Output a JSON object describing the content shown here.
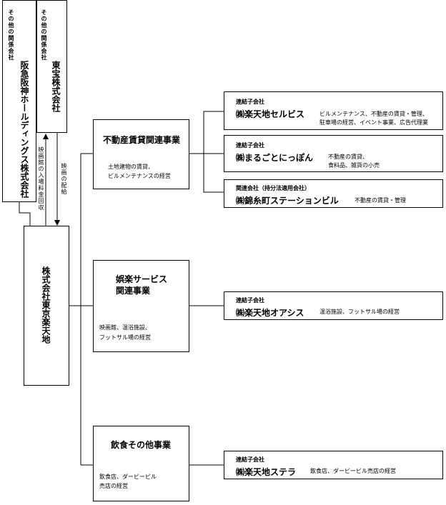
{
  "parents": [
    {
      "type": "その他の関係会社",
      "name": "阪急阪神ホールディングス株式会社"
    },
    {
      "type": "その他の関係会社",
      "name": "東宝株式会社"
    }
  ],
  "flows": {
    "up": "映画館の入場料金回収",
    "down": "映画の配給"
  },
  "center": {
    "name": "株式会社東京楽天地"
  },
  "segments": [
    {
      "title": "不動産賃貸関連事業",
      "desc_lines": [
        "土地建物の賃貸、",
        "ビルメンテナンスの経営"
      ]
    },
    {
      "title_lines": [
        "娯楽サービス",
        "関連事業"
      ],
      "desc_lines": [
        "映画館、温浴施設、",
        "フットサル場の経営"
      ]
    },
    {
      "title": "飲食その他事業",
      "desc_lines": [
        "飲食店、ダービービル",
        "売店の経営"
      ]
    }
  ],
  "subsidiaries": [
    {
      "type": "連結子会社",
      "name": "㈱楽天地セルビス",
      "desc_lines": [
        "ビルメンテナンス、不動産の賃貸・管理、",
        "駐車場の経営、イベント事業、広告代理業"
      ]
    },
    {
      "type": "連結子会社",
      "name": "㈱まるごとにっぽん",
      "desc_lines": [
        "不動産の賃貸、",
        "食料品、雑貨の小売"
      ]
    },
    {
      "type": "関連会社（持分法適用会社）",
      "name": "㈱錦糸町ステーションビル",
      "desc_lines": [
        "不動産の賃貸・管理"
      ]
    },
    {
      "type": "連結子会社",
      "name": "㈱楽天地オアシス",
      "desc_lines": [
        "温浴施設、フットサル場の経営"
      ]
    },
    {
      "type": "連結子会社",
      "name": "㈱楽天地ステラ",
      "desc_lines": [
        "飲食店、ダービービル売店の経営"
      ]
    }
  ]
}
